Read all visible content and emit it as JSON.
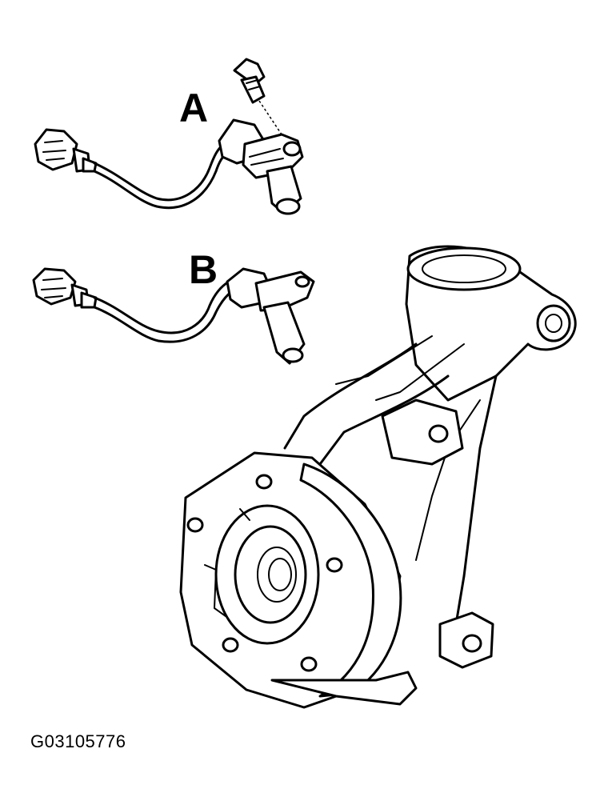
{
  "labels": {
    "sensor_a": "A",
    "sensor_b": "B"
  },
  "figure_id": "G03105776"
}
